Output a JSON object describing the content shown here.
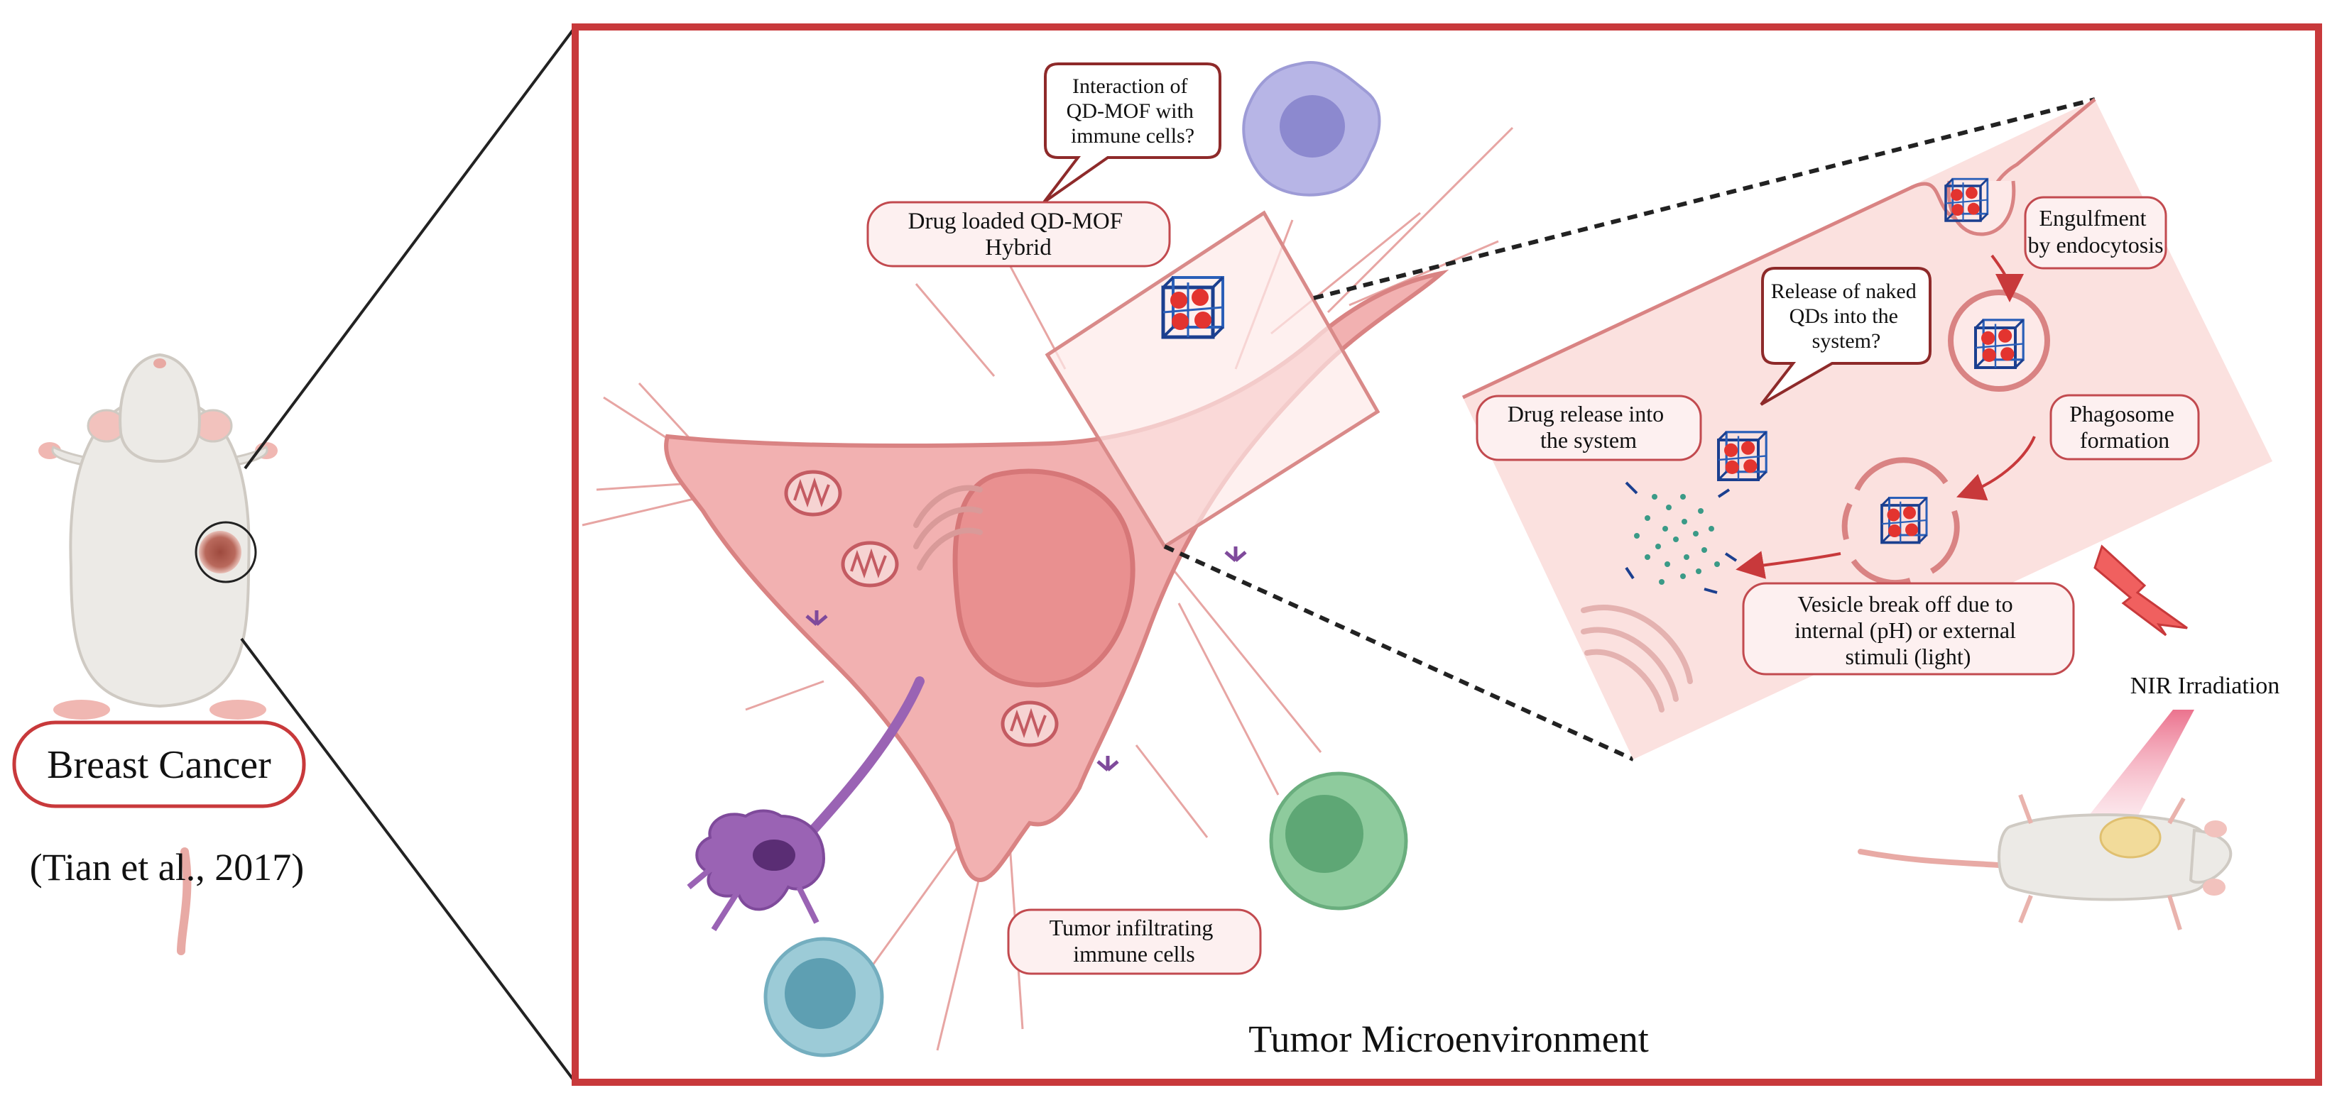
{
  "labels": {
    "breast_cancer": "Breast Cancer",
    "citation": "(Tian et al., 2017)",
    "tumor_microenvironment": "Tumor Microenvironment",
    "drug_loaded": [
      "Drug loaded QD-MOF",
      "Hybrid"
    ],
    "interaction": [
      "Interaction of",
      "QD-MOF with",
      "immune cells?"
    ],
    "tumor_infiltrating": [
      "Tumor infiltrating",
      "immune cells"
    ],
    "engulfment": [
      "Engulfment",
      "by endocytosis"
    ],
    "phagosome": [
      "Phagosome",
      "formation"
    ],
    "release_naked": [
      "Release of naked",
      "QDs into the",
      "system?"
    ],
    "drug_release": [
      "Drug release into",
      "the system"
    ],
    "vesicle": [
      "Vesicle break off due to",
      "internal (pH) or external",
      "stimuli (light)"
    ],
    "nir": "NIR Irradiation"
  },
  "colors": {
    "frame": "#c8393b",
    "cell_fill": "#f2b1b1",
    "cell_stroke": "#d98383",
    "zoom_fill": "#fbe3e1",
    "label_stroke": "#c24a4f",
    "callout_stroke": "#8e2a2a",
    "purple_cell": "#9a63b4",
    "green_cell": "#7bbf8f",
    "blue_cell": "#84bccd",
    "macrophage": "#b7b5e6"
  }
}
